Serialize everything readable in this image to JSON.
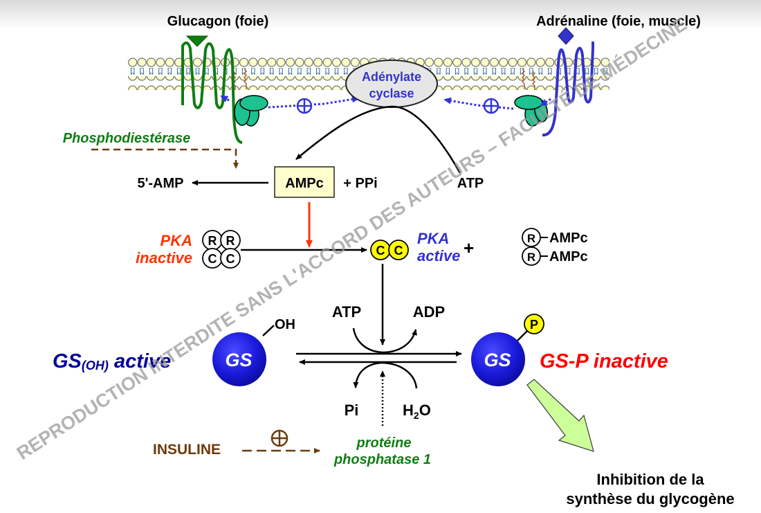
{
  "title": "Régulation de la glycogène synthase par phosphorylation",
  "hormones": {
    "glucagon": "Glucagon (foie)",
    "adrenaline": "Adrénaline (foie, muscle)"
  },
  "enzymes": {
    "adenylate_cyclase_line1": "Adénylate",
    "adenylate_cyclase_line2": "cyclase",
    "phosphodiesterase": "Phosphodiestérase",
    "phosphatase_line1": "protéine",
    "phosphatase_line2": "phosphatase 1"
  },
  "metabolites": {
    "amp5": "5'-AMP",
    "ampc": "AMPc",
    "ppi": "+ PPi",
    "atp_top": "ATP",
    "atp_mid": "ATP",
    "adp": "ADP",
    "pi": "Pi",
    "h2o_h": "H",
    "h2o_sub": "2",
    "h2o_o": "O",
    "oh": "OH",
    "plus": "+"
  },
  "pka": {
    "inactive_line1": "PKA",
    "inactive_line2": "inactive",
    "active_line1": "PKA",
    "active_line2": "active",
    "subunit_r": "R",
    "subunit_c": "C",
    "r_ampc_1": "AMPc",
    "r_ampc_2": "AMPc"
  },
  "glycogen_synthase": {
    "gs_label": "GS",
    "active_main": "GS",
    "active_sub": "(OH)",
    "active_word": "active",
    "inactive_label": "GS-P inactive",
    "phosphate": "P"
  },
  "insulin": {
    "label": "INSULINE",
    "effect_symbol": "⊕"
  },
  "outcome": {
    "line1": "Inhibition de la",
    "line2": "synthèse du glycogène"
  },
  "watermark": {
    "text": "REPRODUCTION INTERDITE SANS L'ACCORD DES AUTEURS – FACULTÉ DE MÉDECINE"
  },
  "colors": {
    "glucagon_green": "#0e7d12",
    "adrenaline_blue": "#3333cc",
    "gprotein_teal": "#1cc28f",
    "gs_blue": "#1a1adb",
    "gs_text_navy": "#000099",
    "inactive_red": "#ff0000",
    "pka_inactive_orange": "#ff3300",
    "insulin_brown": "#6b3a0a",
    "ampc_box": "#ffffcc",
    "yellow": "#ffff00",
    "arrow_green": "#ccff99"
  }
}
